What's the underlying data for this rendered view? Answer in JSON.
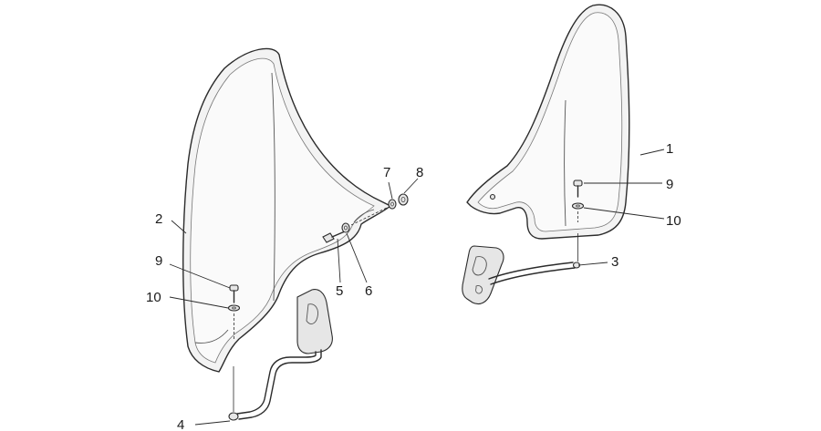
{
  "callouts": {
    "c1": "1",
    "c2": "2",
    "c3": "3",
    "c4": "4",
    "c5": "5",
    "c6": "6",
    "c7": "7",
    "c8": "8",
    "c9_left": "9",
    "c10_left": "10",
    "c9_right": "9",
    "c10_right": "10"
  }
}
